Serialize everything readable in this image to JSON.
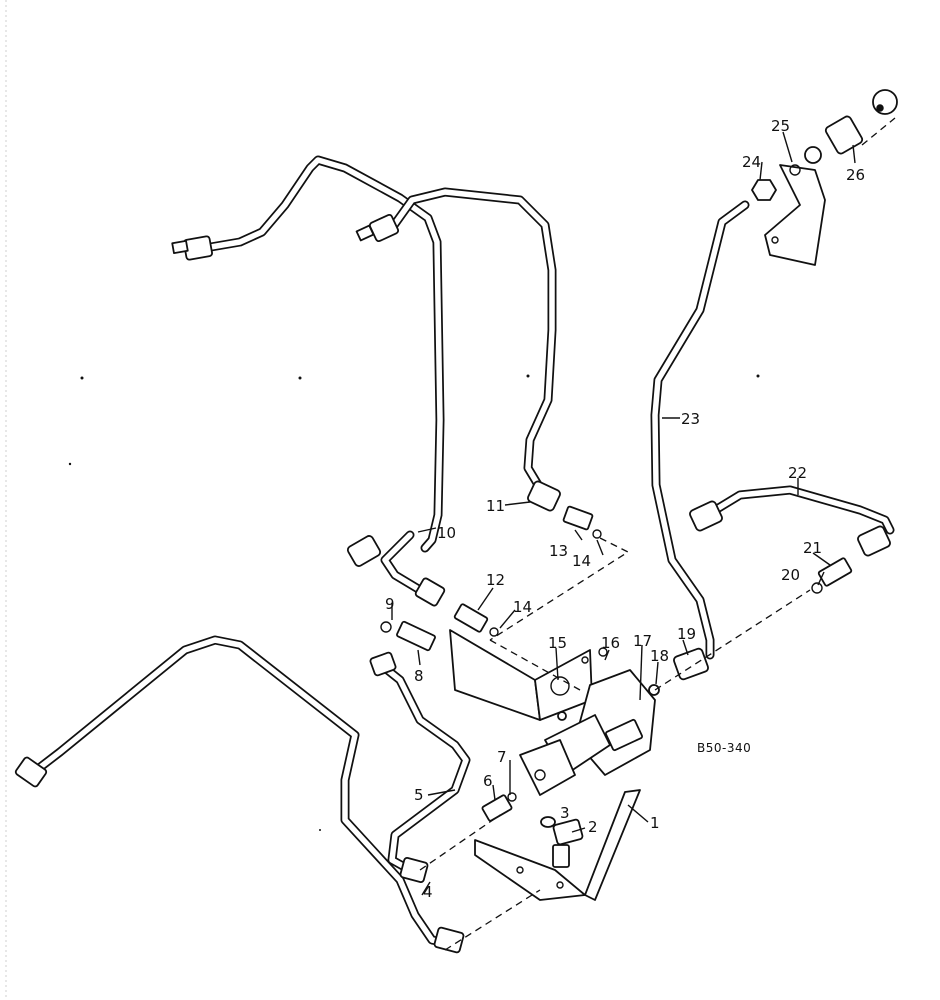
{
  "drawing_code": "B50-340",
  "callouts": [
    {
      "id": "1",
      "text": "1"
    },
    {
      "id": "2",
      "text": "2"
    },
    {
      "id": "3",
      "text": "3"
    },
    {
      "id": "4",
      "text": "4"
    },
    {
      "id": "5",
      "text": "5"
    },
    {
      "id": "6",
      "text": "6"
    },
    {
      "id": "7",
      "text": "7"
    },
    {
      "id": "8",
      "text": "8"
    },
    {
      "id": "9",
      "text": "9"
    },
    {
      "id": "10",
      "text": "10"
    },
    {
      "id": "11",
      "text": "11"
    },
    {
      "id": "12",
      "text": "12"
    },
    {
      "id": "13",
      "text": "13"
    },
    {
      "id": "14a",
      "text": "14"
    },
    {
      "id": "14b",
      "text": "14"
    },
    {
      "id": "15",
      "text": "15"
    },
    {
      "id": "16",
      "text": "16"
    },
    {
      "id": "17",
      "text": "17"
    },
    {
      "id": "18",
      "text": "18"
    },
    {
      "id": "19",
      "text": "19"
    },
    {
      "id": "20",
      "text": "20"
    },
    {
      "id": "21",
      "text": "21"
    },
    {
      "id": "22",
      "text": "22"
    },
    {
      "id": "23",
      "text": "23"
    },
    {
      "id": "24",
      "text": "24"
    },
    {
      "id": "25",
      "text": "25"
    },
    {
      "id": "26",
      "text": "26"
    }
  ]
}
